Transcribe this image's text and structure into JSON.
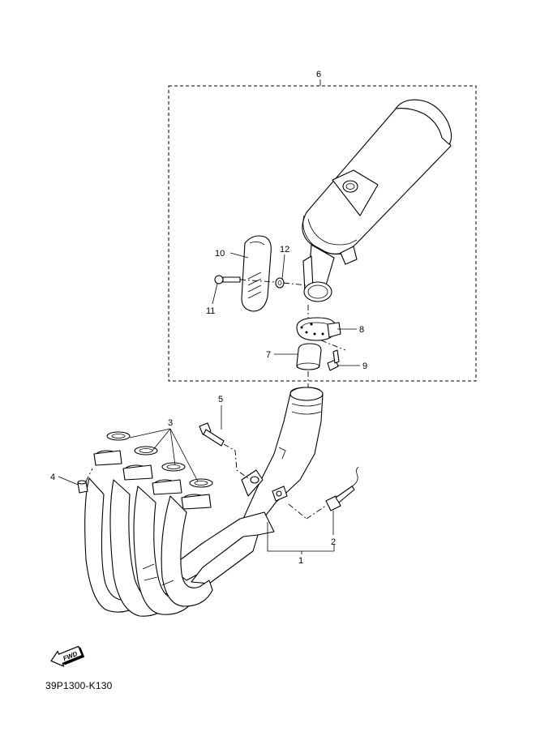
{
  "diagram": {
    "drawing_code": "39P1300-K130",
    "fwd_label": "FWD",
    "callouts": {
      "c1": "1",
      "c2": "2",
      "c3": "3",
      "c4": "4",
      "c5": "5",
      "c6": "6",
      "c7": "7",
      "c8": "8",
      "c9": "9",
      "c10": "10",
      "c11": "11",
      "c12": "12"
    }
  }
}
